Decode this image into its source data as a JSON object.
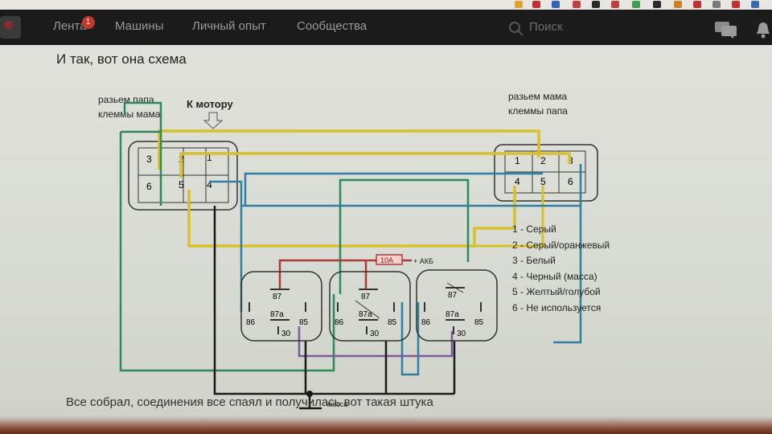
{
  "nav": {
    "items": [
      "Лента",
      "Машины",
      "Личный опыт",
      "Сообщества"
    ],
    "badge": "1",
    "search_placeholder": "Поиск"
  },
  "post": {
    "heading": "И так, вот она схема",
    "caption": "Все собрал, соединения все спаял и получилась вот такая штука"
  },
  "diagram": {
    "left_connector_label_1": "разьем папа",
    "left_connector_label_2": "клеммы мама",
    "motor_label": "К мотору",
    "right_connector_label_1": "разьем мама",
    "right_connector_label_2": "клеммы папа",
    "left_pins": [
      "3",
      "2",
      "1",
      "6",
      "5",
      "4"
    ],
    "right_pins": [
      "1",
      "2",
      "3",
      "4",
      "5",
      "6"
    ],
    "fuse_label": "10А",
    "battery_label": "+ АКБ",
    "ground_label": "масса",
    "relay_pins": {
      "p87": "87",
      "p87a": "87a",
      "p86": "86",
      "p85": "85",
      "p30": "30"
    },
    "wire_colors": {
      "yellow": "#d8c02a",
      "green": "#2e8a5a",
      "blue": "#2f7fa0",
      "purple": "#7a5a9a",
      "red": "#b03a3a",
      "black": "#1a1a1a"
    }
  },
  "legend": [
    "1 -  Серый",
    "2 -  Серый/оранжевый",
    "3 -  Белый",
    "4 -  Черный (масса)",
    "5 -  Желтый/голубой",
    "6 -  Не используется"
  ]
}
